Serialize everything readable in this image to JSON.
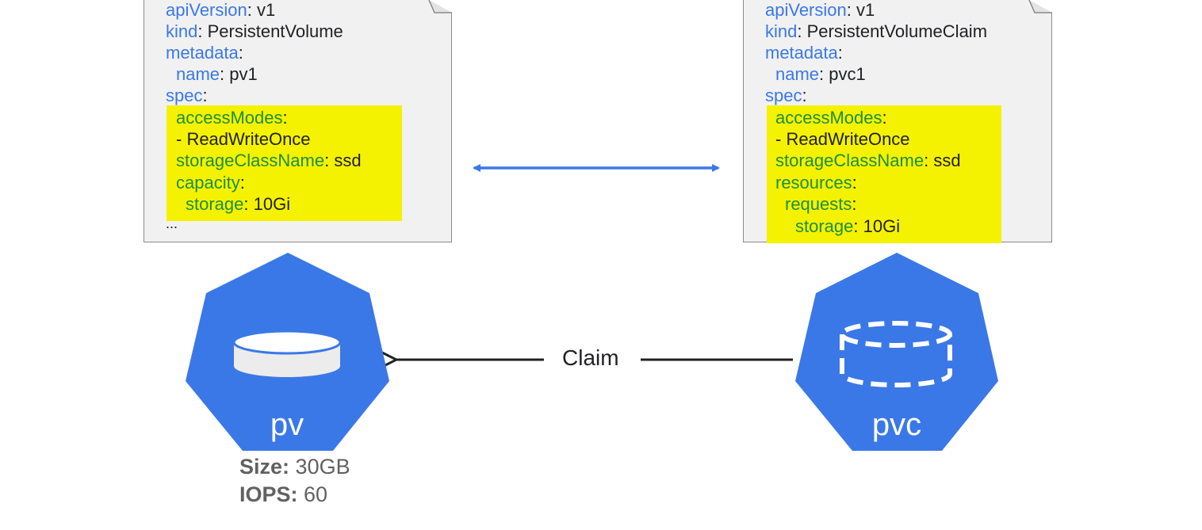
{
  "pv_doc": {
    "lines": {
      "api_key": "apiVersion",
      "api_val": "v1",
      "kind_key": "kind",
      "kind_val": "PersistentVolume",
      "meta_key": "metadata",
      "name_key": "name",
      "name_val": "pv1",
      "spec_key": "spec",
      "access_key": "accessModes",
      "access_val": "- ReadWriteOnce",
      "sc_key": "storageClassName",
      "sc_val": "ssd",
      "cap_key": "capacity",
      "storage_key": "storage",
      "storage_val": "10Gi",
      "ellipsis": "..."
    }
  },
  "pvc_doc": {
    "lines": {
      "api_key": "apiVersion",
      "api_val": "v1",
      "kind_key": "kind",
      "kind_val": "PersistentVolumeClaim",
      "meta_key": "metadata",
      "name_key": "name",
      "name_val": "pvc1",
      "spec_key": "spec",
      "access_key": "accessModes",
      "access_val": "- ReadWriteOnce",
      "sc_key": "storageClassName",
      "sc_val": "ssd",
      "res_key": "resources",
      "req_key": "requests",
      "storage_key": "storage",
      "storage_val": "10Gi"
    }
  },
  "claim_label": "Claim",
  "pv_node": {
    "label": "pv",
    "icon": "disk-solid-icon"
  },
  "pvc_node": {
    "label": "pvc",
    "icon": "disk-dashed-icon"
  },
  "pv_stats": {
    "size_label": "Size:",
    "size_value": "30GB",
    "iops_label": "IOPS:",
    "iops_value": "60"
  },
  "colors": {
    "node_blue": "#3b78e7",
    "key_blue": "#3b78e7",
    "key_green": "#1e8e3e",
    "highlight": "#f4f200",
    "doc_bg": "#f1f1f1"
  }
}
